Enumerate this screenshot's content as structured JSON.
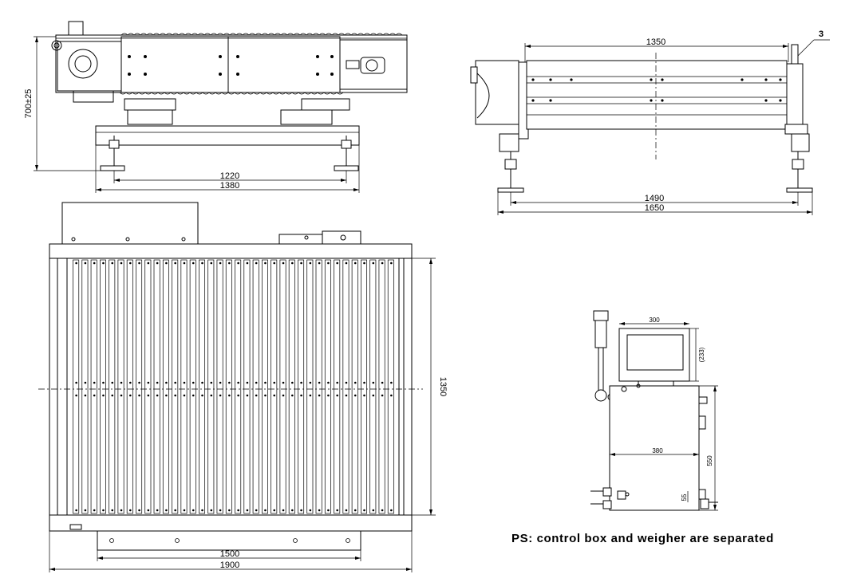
{
  "drawing": {
    "side_view": {
      "height_label": "700±25",
      "inner_width_label": "1220",
      "outer_width_label": "1380"
    },
    "end_view": {
      "roller_width_label": "1350",
      "callout_number": "3",
      "inner_width_label": "1490",
      "outer_width_label": "1650"
    },
    "top_view": {
      "depth_label": "1350",
      "inner_width_label": "1500",
      "outer_width_label": "1900"
    },
    "control_box": {
      "screen_width_label": "300",
      "screen_height_label": "(233)",
      "box_width_label": "380",
      "box_height_label": "550",
      "offset_label": "55"
    },
    "note": "PS: control box and weigher are separated"
  }
}
